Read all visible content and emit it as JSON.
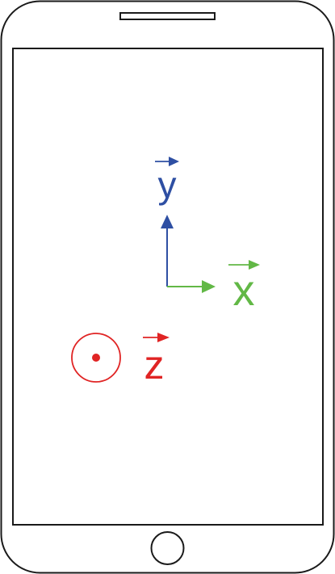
{
  "axes": {
    "y": {
      "label": "y",
      "color": "#2e4fa3"
    },
    "x": {
      "label": "x",
      "color": "#62b846"
    },
    "z": {
      "label": "z",
      "color": "#e02424"
    }
  },
  "colors": {
    "outline": "#1a1a1a",
    "background": "#ffffff"
  }
}
